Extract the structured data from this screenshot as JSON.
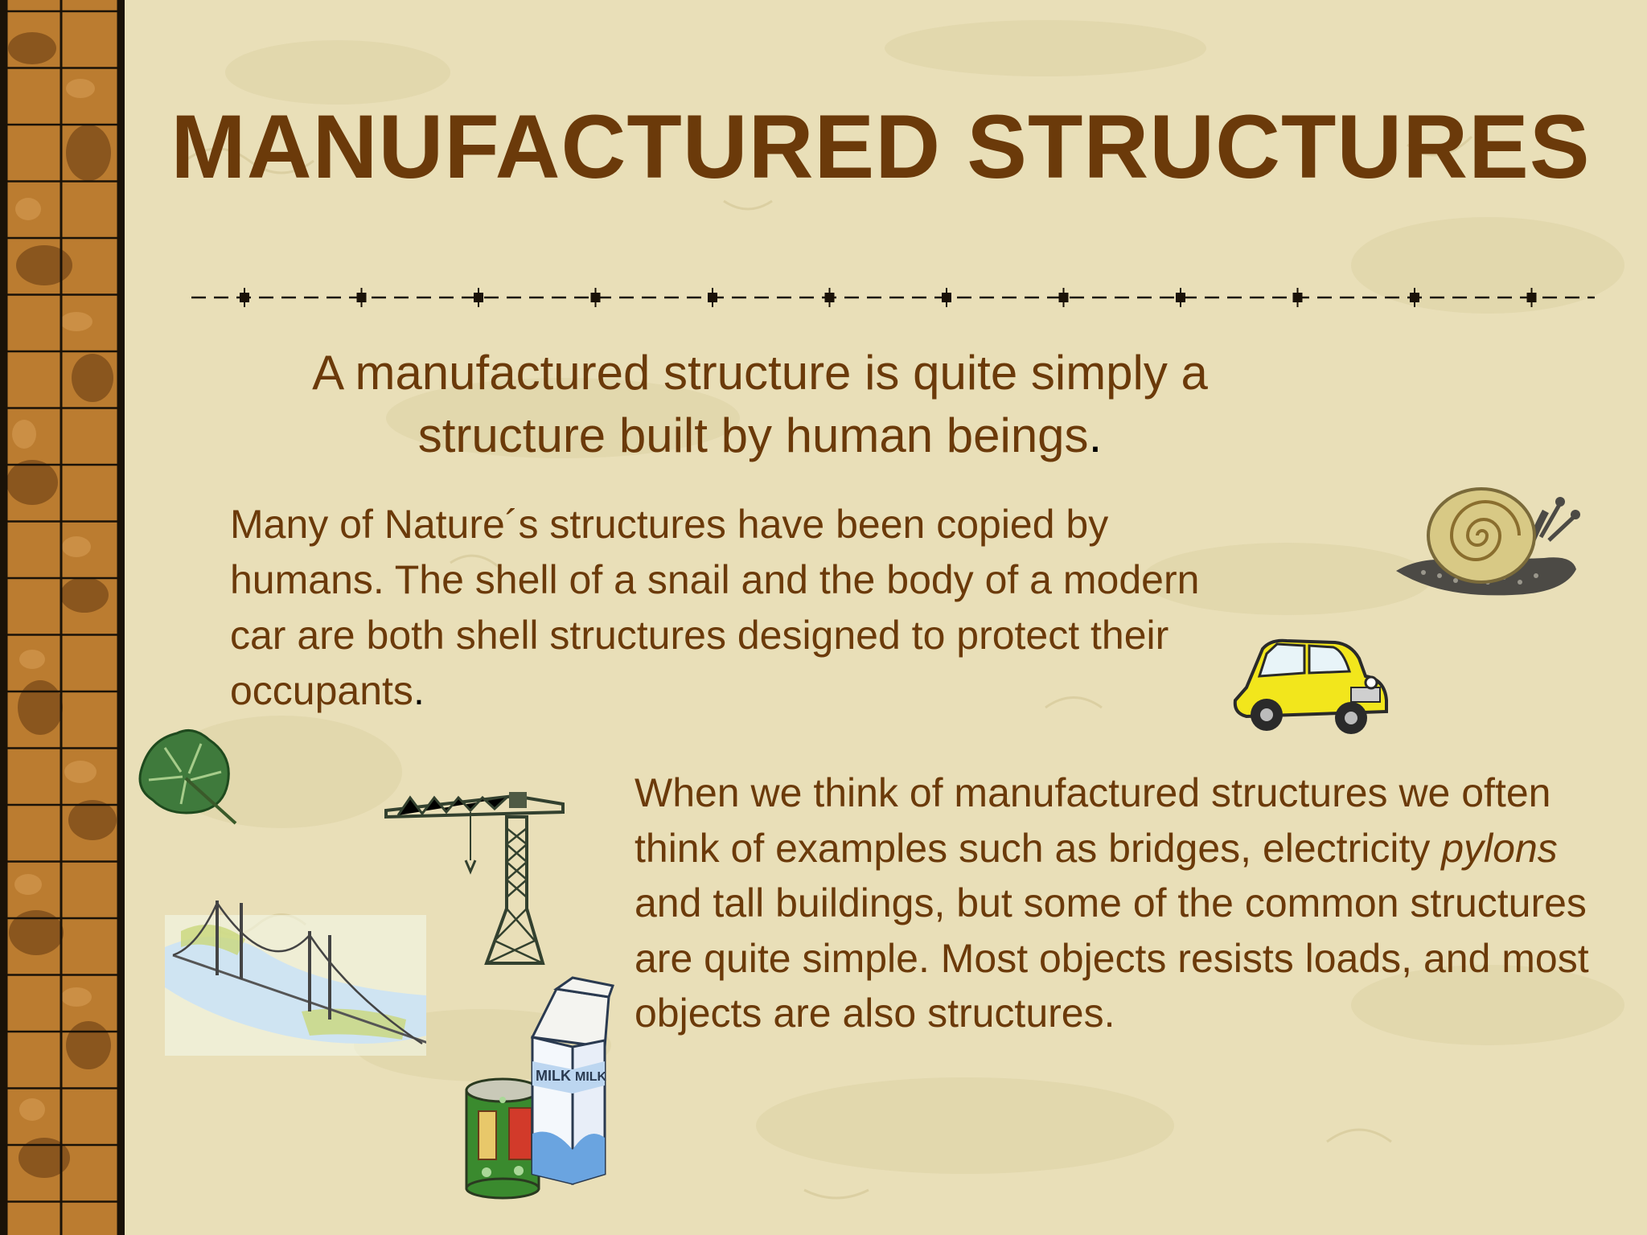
{
  "slide": {
    "title": "MANUFACTURED STRUCTURES",
    "intro": {
      "text": "A manufactured structure is quite simply a structure built by human beings",
      "end_mark": "."
    },
    "nature_paragraph": {
      "text": "Many of Nature´s structures have been copied by humans. The shell of a snail and the body of a modern car are both shell structures designed to protect their occupants",
      "end_mark": "."
    },
    "examples_paragraph": {
      "before": "When we think of manufactured structures we often think of examples such as bridges, electricity ",
      "italic": "pylons",
      "after": " and tall buildings, but some of the common structures are quite simple. Most objects resists loads, and most objects are also structures."
    },
    "illustrations": {
      "carton_text_1": "MILK",
      "carton_text_2": "MILK"
    }
  },
  "colors": {
    "background": "#e9dfb8",
    "text": "#6b3a0a",
    "border_wood": "#b97b2e",
    "car_body": "#f2e61c"
  },
  "icons": [
    "snail-icon",
    "car-icon",
    "leaf-icon",
    "crane-icon",
    "bridge-icon",
    "milk-carton-icon",
    "tin-can-icon"
  ]
}
